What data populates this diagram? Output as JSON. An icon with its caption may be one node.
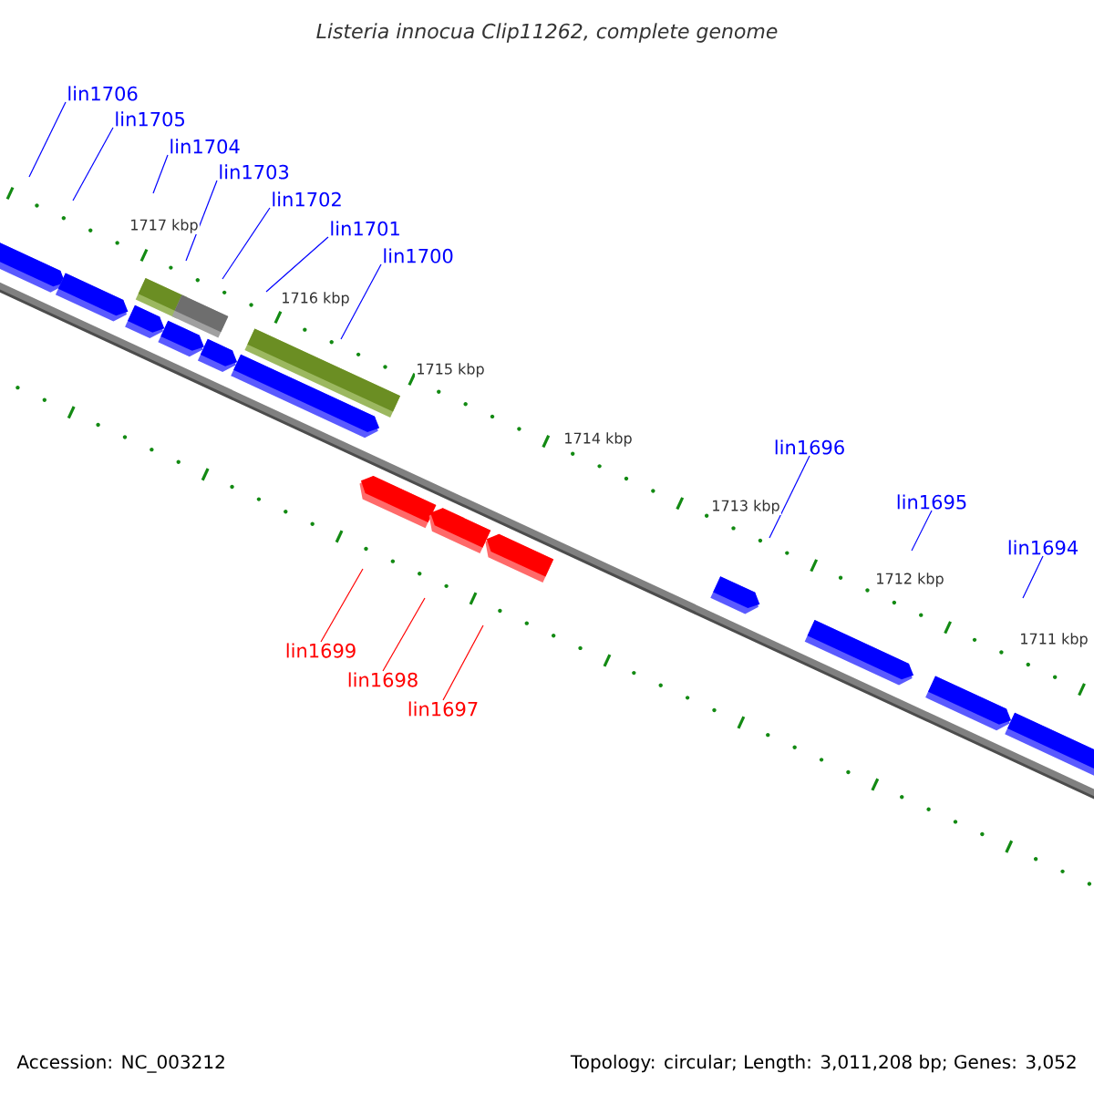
{
  "diagram": {
    "title": "Listeria innocua Clip11262, complete genome",
    "nodes": [
      {
        "text": [
          "lin1706"
        ]
      },
      {
        "text": [
          "lin1705"
        ]
      },
      {
        "text": [
          "lin1704"
        ]
      },
      {
        "text": [
          "lin1703"
        ]
      },
      {
        "text": [
          "lin1702"
        ]
      },
      {
        "text": [
          "lin1701"
        ]
      },
      {
        "text": [
          "lin1700"
        ]
      },
      {
        "text": [
          "lin1696"
        ]
      },
      {
        "text": [
          "lin1695"
        ]
      },
      {
        "text": [
          "lin1694"
        ]
      },
      {
        "text": [
          "lin1699"
        ]
      },
      {
        "text": [
          "lin1698"
        ]
      },
      {
        "text": [
          "lin1697"
        ]
      }
    ],
    "edges": [
      {
        "from": 0,
        "to": null,
        "arrow": "none"
      },
      {
        "from": 1,
        "to": null,
        "arrow": "none"
      },
      {
        "from": 2,
        "to": null,
        "arrow": "none"
      },
      {
        "from": 3,
        "to": null,
        "arrow": "none"
      },
      {
        "from": 4,
        "to": null,
        "arrow": "none"
      },
      {
        "from": 5,
        "to": null,
        "arrow": "none"
      },
      {
        "from": 6,
        "to": null,
        "arrow": "none"
      },
      {
        "from": 7,
        "to": null,
        "arrow": "none"
      },
      {
        "from": 8,
        "to": null,
        "arrow": "none"
      },
      {
        "from": 9,
        "to": null,
        "arrow": "none"
      },
      {
        "from": 10,
        "to": null,
        "arrow": "none",
        "color": "#ff0000"
      },
      {
        "from": 11,
        "to": null,
        "arrow": "none",
        "color": "#ff0000"
      },
      {
        "from": 12,
        "to": null,
        "arrow": "none",
        "color": "#ff0000"
      }
    ],
    "labels": [
      "1717 kbp",
      "1716 kbp",
      "1715 kbp",
      "1714 kbp",
      "1713 kbp",
      "1712 kbp",
      "1711 kbp",
      "Accession: NC_003212",
      "Topology: circular; Length: 3,011,208 bp; Genes: 3,052"
    ]
  }
}
